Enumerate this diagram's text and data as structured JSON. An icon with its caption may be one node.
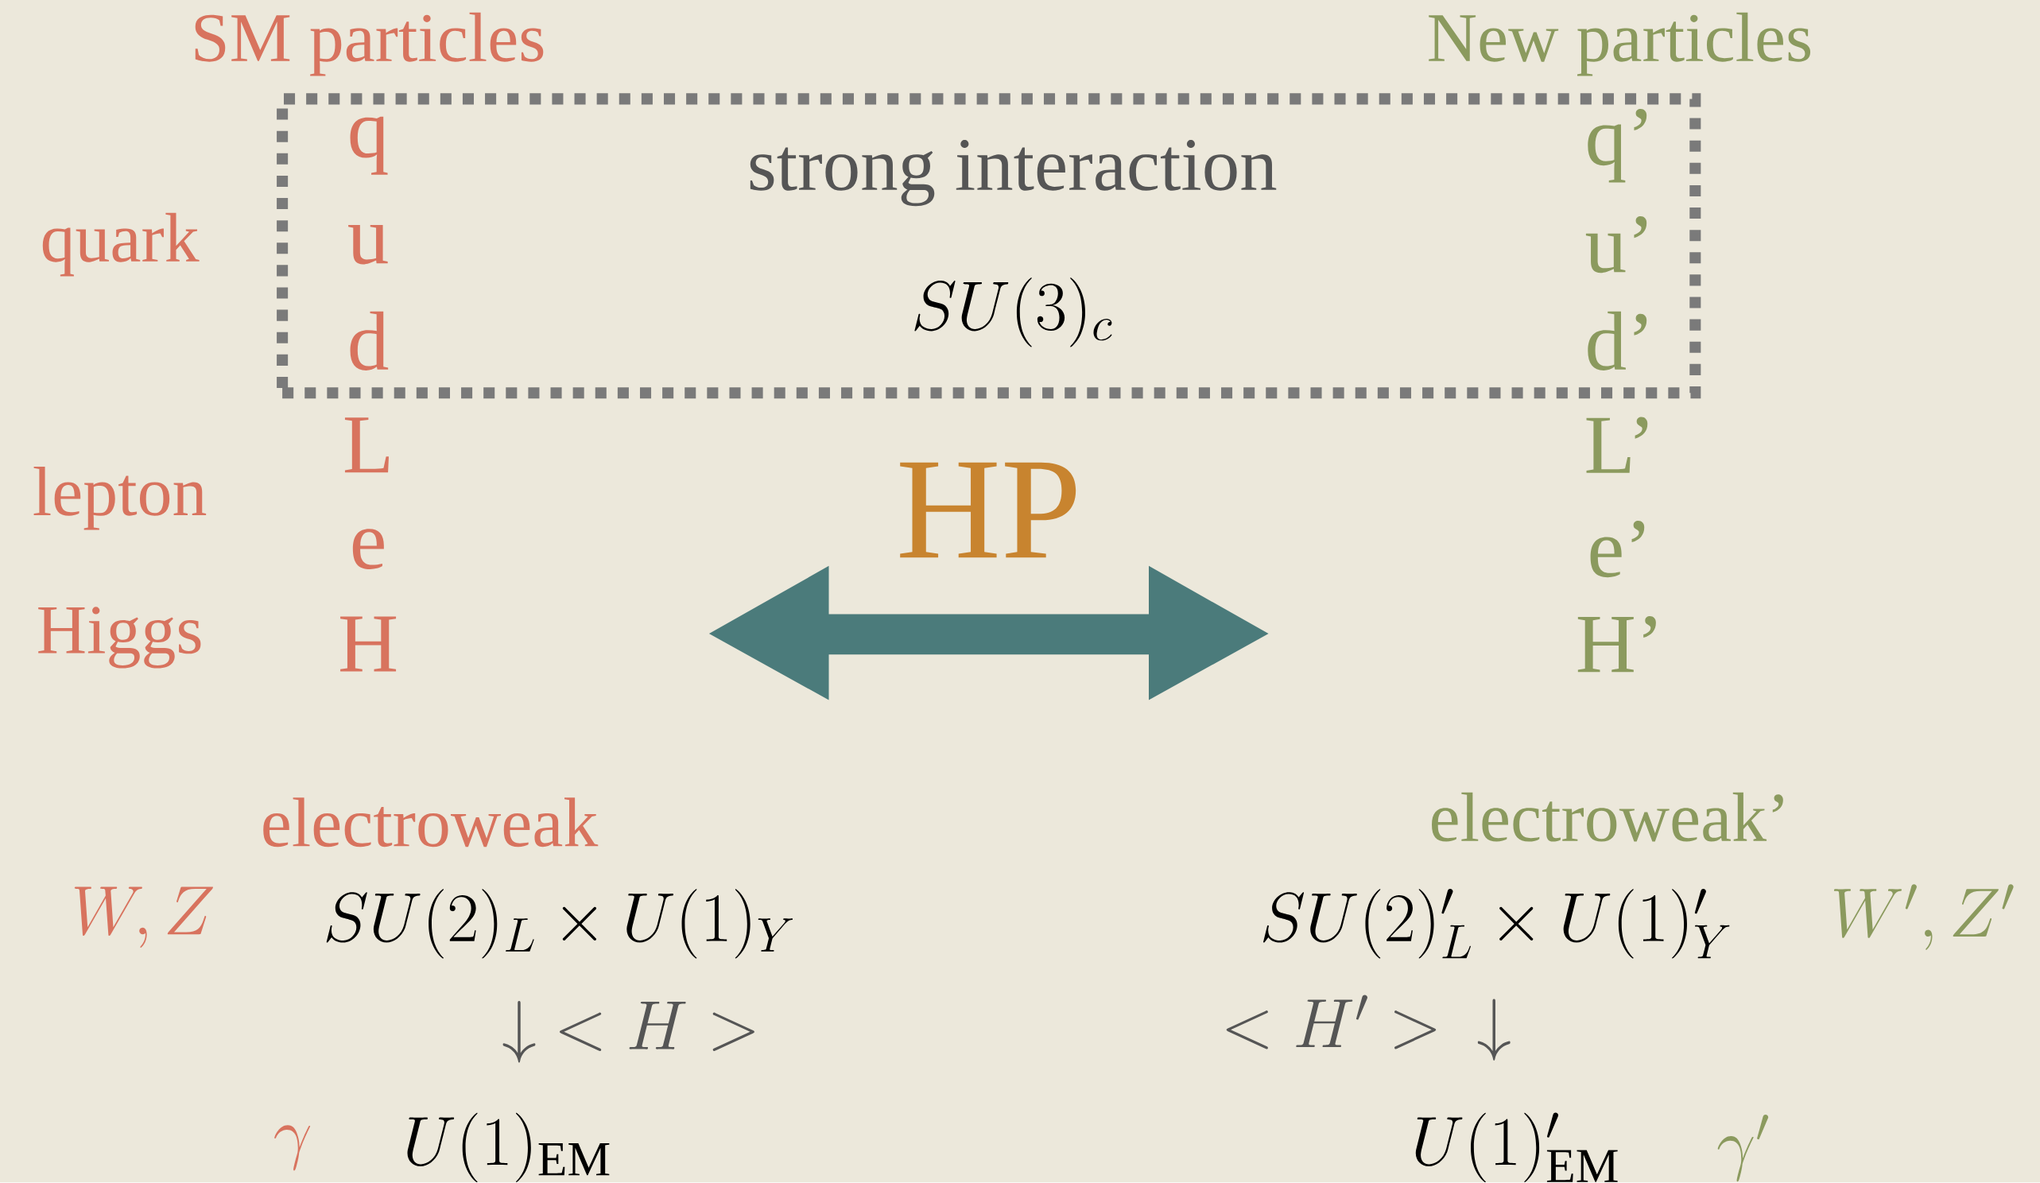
{
  "diagram": {
    "nodes": [
      {
        "text": [
          "q",
          "u",
          "d",
          "strong interaction",
          "SU(3)_c",
          "q’",
          "u’",
          "d’"
        ]
      }
    ],
    "labels": [
      "SM particles",
      "New particles",
      "quark",
      "L",
      "L’",
      "lepton",
      "HP",
      "e",
      "e’",
      "Higgs",
      "H",
      "H’",
      "electroweak",
      "electroweak’",
      "W,Z",
      "SU(2)_L \\times U(1)_Y",
      "SU(2)'_L \\times U(1)'_Y",
      "W',Z'",
      "\\downarrow\\ <H>",
      "<H'>\\ \\ \\downarrow",
      "\\gamma",
      "U(1)_{\\rm EM}",
      "U(1)'_{\\rm EM}",
      "\\gamma'"
    ]
  }
}
